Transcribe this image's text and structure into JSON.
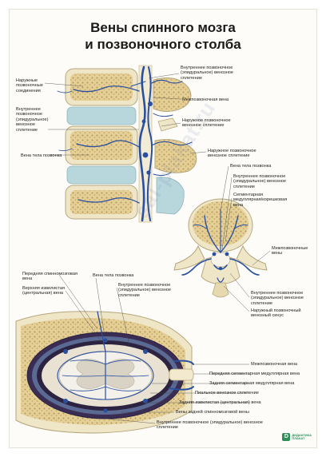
{
  "title": {
    "line1": "Вены спинного мозга",
    "line2": "и позвоночного столба"
  },
  "labels": {
    "outer_connections": "Наружные\nпозвоночные\nсоединения",
    "inner_epidural_plexus_left": "Внутреннее\nпозвоночное\n(эпидуральное)\nвенозное\nсплетение",
    "vertebral_body_vein_left": "Вена тела позвонка",
    "inner_epidural_plexus_top_right": "Внутреннее позвоночное\n(эпидуральное) венозное\nсплетение",
    "intervertebral_vein_top": "Межпозвоночная вена",
    "outer_plexus_top_right": "Наружное позвоночное\nвенозное сплетение",
    "outer_plexus_mid": "Наружное позвоночное\nвенозное сплетение",
    "vertebral_body_vein_mid": "Вена тела позвонка",
    "inner_plexus_mid": "Внутреннее позвоночное\n(эпидуральное) венозное\nсплетение",
    "segmental_medullary_vein": "Сегментарная\nмедуллярная/корешковая\nвена",
    "intervertebral_veins_mid": "Межпозвоночные\nвены",
    "inner_plexus_mid_low": "Внутреннее позвоночное\n(эпидуральное) венозное\nсплетение",
    "outer_sinus": "Наружный позвоночный\nвенозный синус",
    "anterior_spinal_vein": "Передняя спинномозговая\nвена",
    "vertebral_body_vein_bottom": "Вена тела позвонка",
    "upper_tortuous_vein": "Верхняя извилистая\n(центральная) вена",
    "inner_plexus_bottom": "Внутреннее позвоночное\n(эпидуральное) венозное\nсплетение",
    "intervertebral_vein_bottom": "Межпозвоночная вена",
    "anterior_segmental_medullary_vein": "Передняя сегментарная медуллярная вена",
    "posterior_segmental_medullary_vein": "Задняя сегментарная медуллярная вена",
    "pial_venous_plexus": "Пиальное венозное сплетение",
    "posterior_tortuous_vein": "Задняя извилистая (центральная) вена",
    "posterior_spinal_veins": "Вены задней спинномозговой вены",
    "inner_plexus_bottom_last": "Внутреннее позвоночное (эпидуральное) венозное\nсплетение"
  },
  "watermark": "sal-plakat.ru",
  "logo": {
    "mark": "D",
    "text": "ДИДАКТИКА\nПЛАКАТ"
  },
  "colors": {
    "bone_outer": "#e8dfc1",
    "bone_spongy": "#dcc588",
    "vein_blue": "#2a4f9e",
    "disc_blue": "#b8d7dc",
    "dura_dark": "#2c2340",
    "cord_white": "#f4f1ea"
  }
}
